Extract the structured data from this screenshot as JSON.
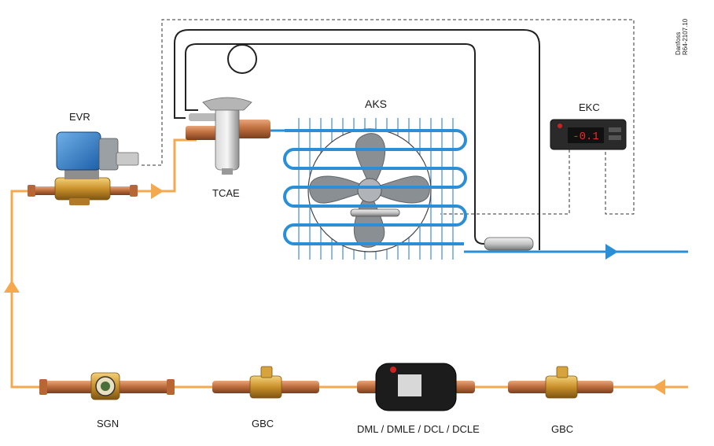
{
  "diagram": {
    "labels": {
      "evr": "EVR",
      "tcae": "TCAE",
      "aks": "AKS",
      "ekc": "EKC",
      "sgn": "SGN",
      "gbc_left": "GBC",
      "filter": "DML / DMLE / DCL / DCLE",
      "gbc_right": "GBC"
    },
    "brand_side": [
      "Danfoss",
      "R64-2107.10"
    ],
    "controller_display": "-0.1",
    "colors": {
      "liquid_line": "#f5a94e",
      "suction_line": "#2a8fd6",
      "signal_line": "#222222",
      "copper": "#c87a4a",
      "brass": "#d9a441",
      "display": "#e82c2c"
    }
  }
}
